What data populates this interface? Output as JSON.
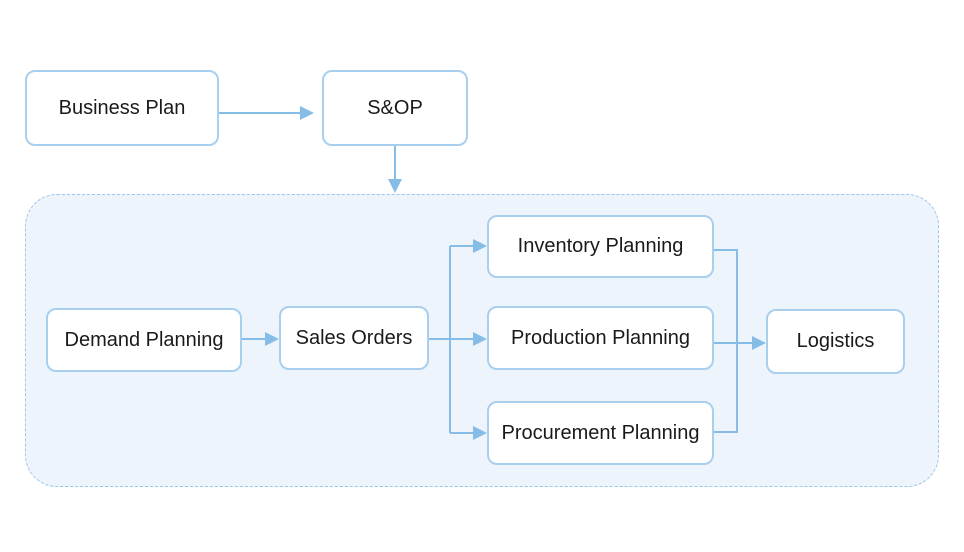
{
  "diagram": {
    "nodes": {
      "business_plan": "Business Plan",
      "sop": "S&OP",
      "demand_planning": "Demand Planning",
      "sales_orders": "Sales Orders",
      "inventory_planning": "Inventory Planning",
      "production_planning": "Production Planning",
      "procurement_planning": "Procurement Planning",
      "logistics": "Logistics"
    },
    "edges": [
      {
        "from": "Business Plan",
        "to": "S&OP"
      },
      {
        "from": "S&OP",
        "to": "planning group"
      },
      {
        "from": "Demand Planning",
        "to": "Sales Orders"
      },
      {
        "from": "Sales Orders",
        "to": "Inventory Planning"
      },
      {
        "from": "Sales Orders",
        "to": "Production Planning"
      },
      {
        "from": "Sales Orders",
        "to": "Procurement Planning"
      },
      {
        "from": "Inventory Planning",
        "to": "Logistics"
      },
      {
        "from": "Production Planning",
        "to": "Logistics"
      },
      {
        "from": "Procurement Planning",
        "to": "Logistics"
      }
    ],
    "colors": {
      "node_border": "#a9cfee",
      "edge": "#86bde6",
      "group_fill": "#eef4fc",
      "group_border": "#9cc6e8"
    }
  }
}
